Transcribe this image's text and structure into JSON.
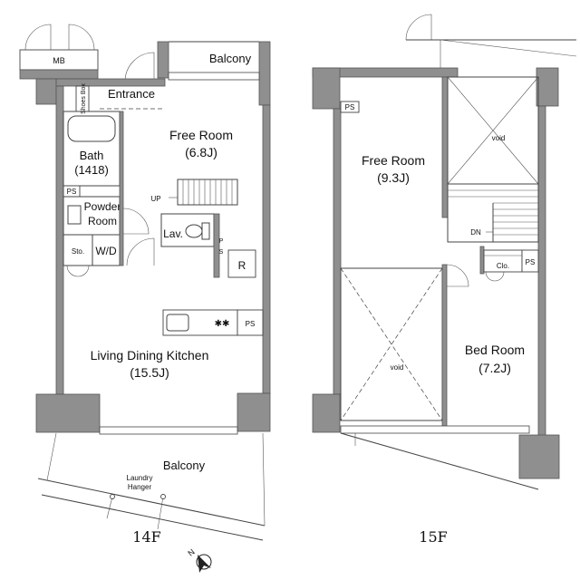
{
  "floor_14": {
    "label": "14F",
    "rooms": {
      "mb": "MB",
      "balcony_top": "Balcony",
      "shoes_box": "Shoes Box",
      "entrance": "Entrance",
      "free_room_name": "Free Room",
      "free_room_size": "(6.8J)",
      "bath_name": "Bath",
      "bath_size": "(1418)",
      "ps_bath": "PS",
      "powder_room_line1": "Powder",
      "powder_room_line2": "Room",
      "sto": "Sto.",
      "wd": "W/D",
      "up": "UP",
      "lav": "Lav.",
      "ps_lav_p": "P",
      "ps_lav_s": "S",
      "refrigerator": "R",
      "ps_kitchen": "PS",
      "ldk_name": "Living Dining Kitchen",
      "ldk_size": "(15.5J)",
      "balcony_bottom": "Balcony",
      "laundry_line1": "Laundry",
      "laundry_line2": "Hanger"
    }
  },
  "floor_15": {
    "label": "15F",
    "rooms": {
      "ps_top": "PS",
      "void_top": "void",
      "free_room_name": "Free Room",
      "free_room_size": "(9.3J)",
      "dn": "DN",
      "clo": "Clo.",
      "ps_right": "PS",
      "void_bottom": "void",
      "bed_room_name": "Bed Room",
      "bed_room_size": "(7.2J)"
    }
  },
  "compass": {
    "label": "N",
    "icon": "north-arrow-icon"
  }
}
